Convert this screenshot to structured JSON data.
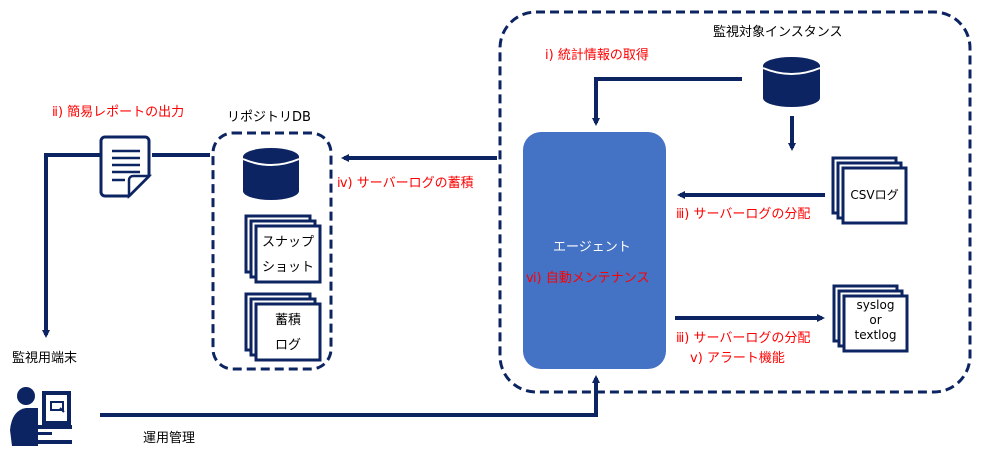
{
  "colors": {
    "navy": "#0c2461",
    "agent_fill": "#4472c4",
    "red_label": "#ff0000"
  },
  "labels": {
    "report_output": "ⅱ) 簡易レポートの出力",
    "repository_db": "リポジトリDB",
    "server_log_accumulate": "ⅳ) サーバーログの蓄積",
    "monitored_instance": "監視対象インスタンス",
    "stats_acquire": "ⅰ) 統計情報の取得",
    "agent": "エージェント",
    "auto_maintenance": "ⅵ) 自動メンテナンス",
    "server_log_distribute_1": "ⅲ) サーバーログの分配",
    "server_log_distribute_2": "ⅲ) サーバーログの分配",
    "alert_function": "ⅴ) アラート機能",
    "monitoring_terminal": "監視用端末",
    "operations_management": "運用管理"
  },
  "documents": {
    "snapshot": [
      "スナップ",
      "ショット"
    ],
    "accumulated_log": [
      "蓄積",
      "ログ"
    ],
    "csv_log": [
      "CSVログ"
    ],
    "syslog": [
      "syslog",
      "or",
      "textlog"
    ]
  },
  "icons": {
    "report": "document-icon",
    "repo_db": "database-icon",
    "instance_db": "database-icon",
    "terminal": "user-computer-icon"
  }
}
